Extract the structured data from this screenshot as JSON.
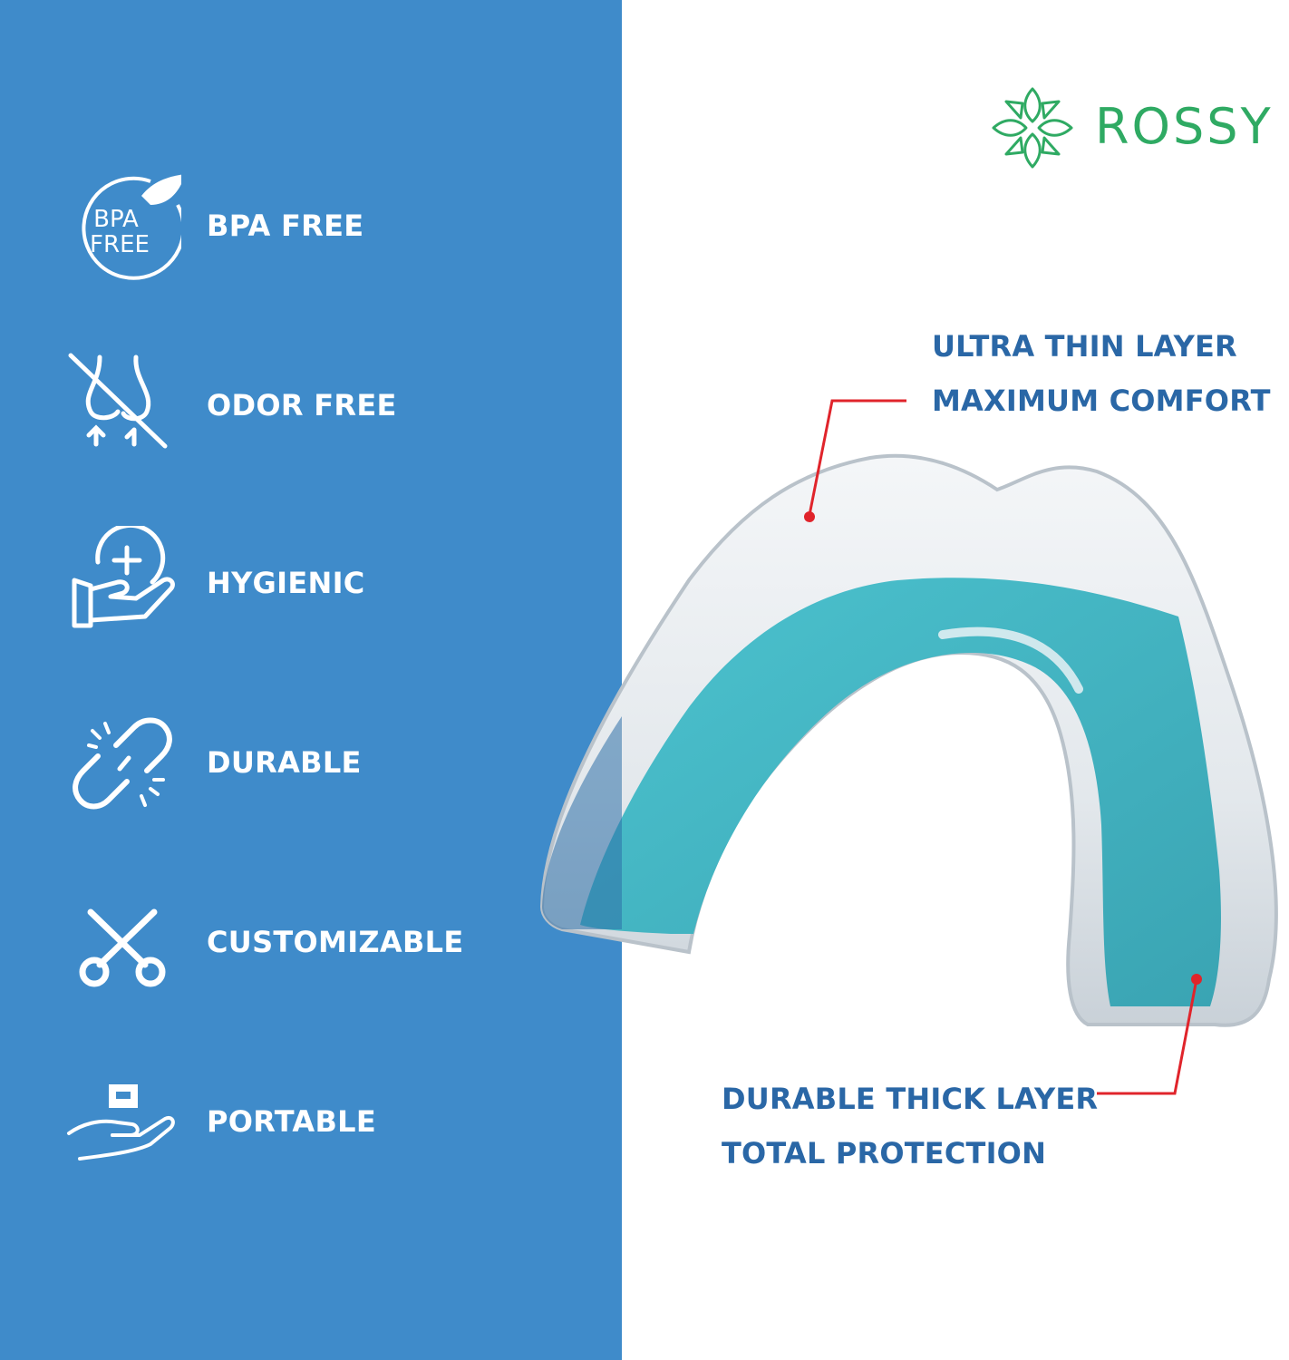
{
  "features": [
    {
      "label": "BPA FREE",
      "icon": "bpa-free-leaf-icon"
    },
    {
      "label": "ODOR FREE",
      "icon": "no-odor-icon"
    },
    {
      "label": "HYGIENIC",
      "icon": "hand-plus-icon"
    },
    {
      "label": "DURABLE",
      "icon": "broken-chain-icon"
    },
    {
      "label": "CUSTOMIZABLE",
      "icon": "scissors-icon"
    },
    {
      "label": "PORTABLE",
      "icon": "hand-box-icon"
    }
  ],
  "bpa_badge": {
    "line1": "BPA",
    "line2": "FREE"
  },
  "brand": {
    "name": "ROSSY",
    "icon": "lotus-logo-icon"
  },
  "callouts": {
    "top": {
      "line1": "ULTRA THIN LAYER",
      "line2": "MAXIMUM COMFORT"
    },
    "bottom": {
      "line1": "DURABLE THICK LAYER",
      "line2": "TOTAL PROTECTION"
    }
  },
  "colors": {
    "panel_blue": "#3f8bca",
    "callout_text": "#2a67a6",
    "leader_red": "#e0242b",
    "brand_green": "#2faa63",
    "teal_layer": "#3fb3c2"
  }
}
